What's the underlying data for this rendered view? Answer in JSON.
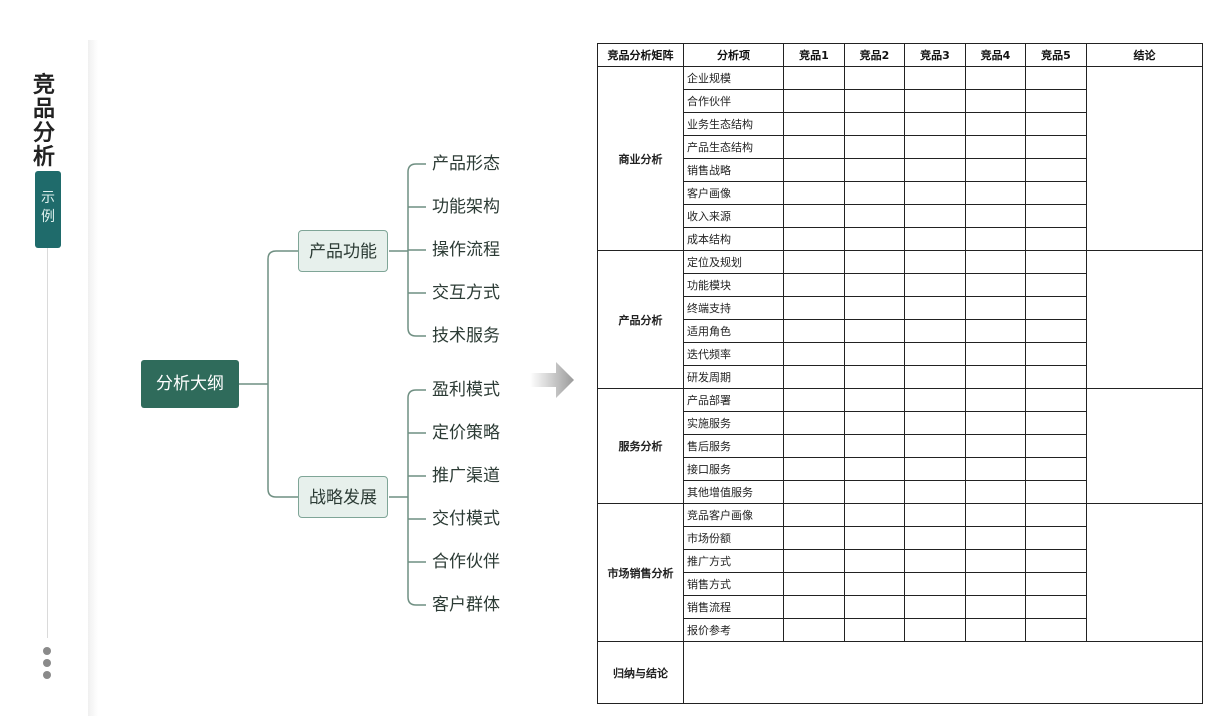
{
  "sidebar": {
    "title": "竞品分析",
    "badge": "示例"
  },
  "mindmap": {
    "root": "分析大纲",
    "branches": [
      {
        "label": "产品功能",
        "leaves": [
          "产品形态",
          "功能架构",
          "操作流程",
          "交互方式",
          "技术服务"
        ]
      },
      {
        "label": "战略发展",
        "leaves": [
          "盈利模式",
          "定价策略",
          "推广渠道",
          "交付模式",
          "合作伙伴",
          "客户群体"
        ]
      }
    ]
  },
  "matrix": {
    "headers": [
      "竞品分析矩阵",
      "分析项",
      "竞品1",
      "竞品2",
      "竞品3",
      "竞品4",
      "竞品5",
      "结论"
    ],
    "groups": [
      {
        "name": "商业分析",
        "items": [
          "企业规模",
          "合作伙伴",
          "业务生态结构",
          "产品生态结构",
          "销售战略",
          "客户画像",
          "收入来源",
          "成本结构"
        ]
      },
      {
        "name": "产品分析",
        "items": [
          "定位及规划",
          "功能模块",
          "终端支持",
          "适用角色",
          "迭代频率",
          "研发周期"
        ]
      },
      {
        "name": "服务分析",
        "items": [
          "产品部署",
          "实施服务",
          "售后服务",
          "接口服务",
          "其他增值服务"
        ]
      },
      {
        "name": "市场销售分析",
        "items": [
          "竞品客户画像",
          "市场份额",
          "推广方式",
          "销售方式",
          "销售流程",
          "报价参考"
        ]
      }
    ],
    "summary": "归纳与结论"
  }
}
